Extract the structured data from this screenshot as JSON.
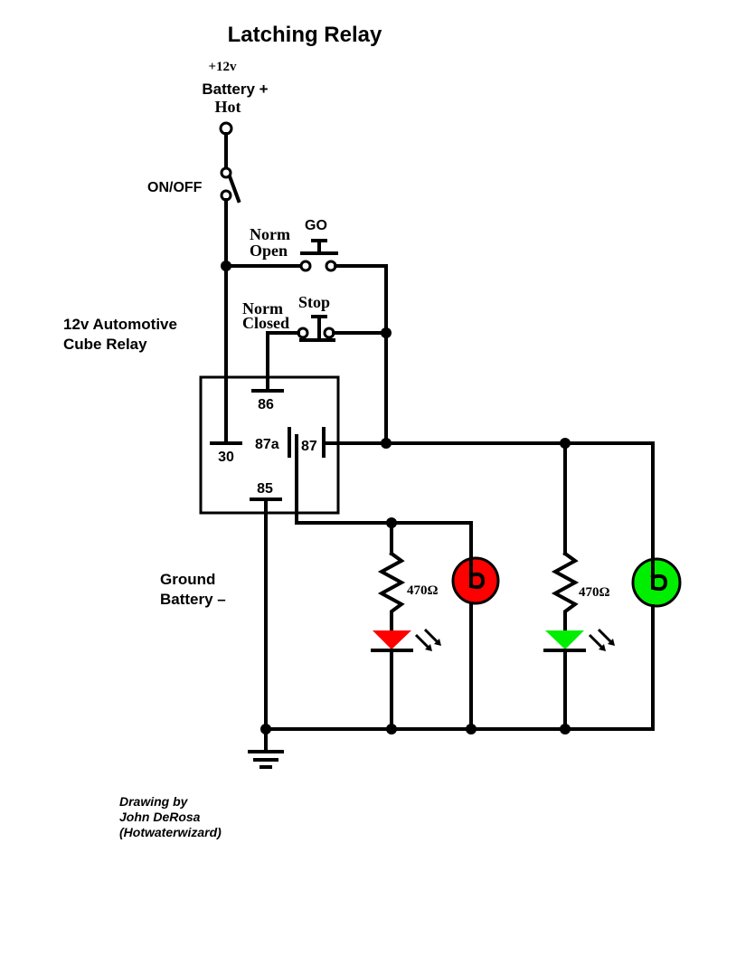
{
  "title": "Latching Relay",
  "supply": {
    "voltage": "+12v",
    "line1": "Battery +",
    "line2": "Hot"
  },
  "switch_label": "ON/OFF",
  "go_button": {
    "name": "GO",
    "type_line1": "Norm",
    "type_line2": "Open"
  },
  "stop_button": {
    "name": "Stop",
    "type_line1": "Norm",
    "type_line2": "Closed"
  },
  "relay": {
    "label_line1": "12v Automotive",
    "label_line2": "Cube Relay",
    "pins": {
      "p86": "86",
      "p30": "30",
      "p87a": "87a",
      "p87": "87",
      "p85": "85"
    }
  },
  "ground": {
    "line1": "Ground",
    "line2": "Battery –"
  },
  "resistor_red": "470Ω",
  "resistor_green": "470Ω",
  "colors": {
    "red_led": "#ff0000",
    "green_led": "#00ee00",
    "lamp_red": "#ff0000",
    "lamp_green": "#00ee00"
  },
  "credit": {
    "line1": "Drawing by",
    "line2": "John DeRosa",
    "line3": "(Hotwaterwizard)"
  }
}
